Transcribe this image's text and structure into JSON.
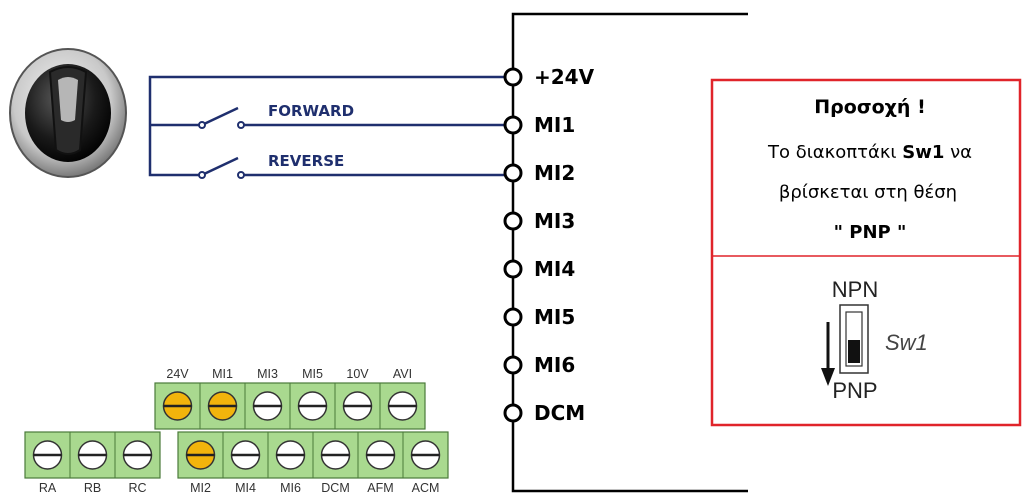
{
  "terminals": [
    "+24V",
    "MI1",
    "MI2",
    "MI3",
    "MI4",
    "MI5",
    "MI6",
    "DCM"
  ],
  "switches": {
    "forward": "FORWARD",
    "reverse": "REVERSE"
  },
  "note": {
    "title": "Προσοχή !",
    "line1_prefix": "Το διακοπτάκι ",
    "line1_bold": "Sw1",
    "line1_suffix": " να",
    "line2": "βρίσκεται στη θέση",
    "line3": "\" PNP \"",
    "border_color": "#e0242a"
  },
  "dip": {
    "top_label": "NPN",
    "bottom_label": "PNP",
    "switch_label": "Sw1"
  },
  "terminal_block": {
    "top_labels": [
      "24V",
      "MI1",
      "MI3",
      "MI5",
      "10V",
      "AVI"
    ],
    "bottom_left_labels": [
      "RA",
      "RB",
      "RC"
    ],
    "bottom_right_labels": [
      "MI2",
      "MI4",
      "MI6",
      "DCM",
      "AFM",
      "ACM"
    ],
    "highlight_color": "#f2b40c",
    "block_color": "#a9d98f"
  },
  "colors": {
    "wire": "#1f2f6e",
    "frame": "#000000"
  }
}
